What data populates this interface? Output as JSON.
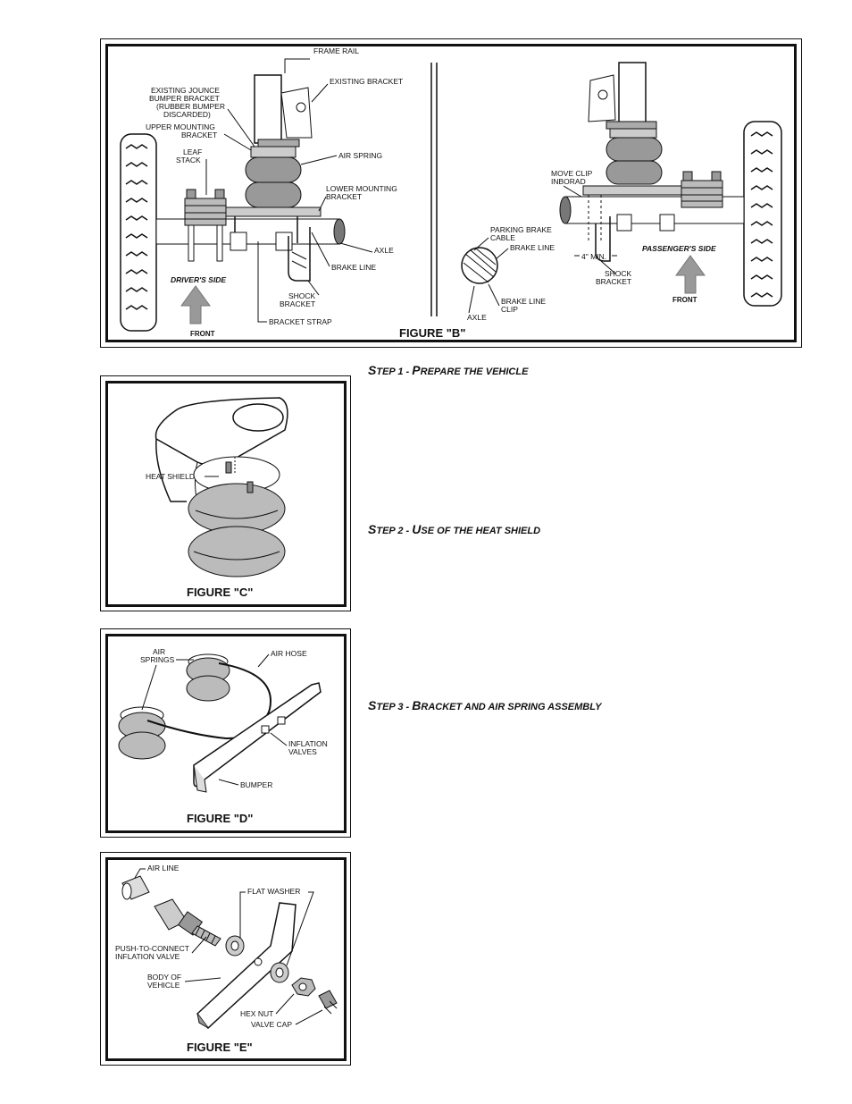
{
  "figure_b": {
    "title": "FIGURE \"B\"",
    "labels": {
      "frame_rail": "FRAME RAIL",
      "existing_bracket_l": "EXISTING BRACKET",
      "jounce_1": "EXISTING JOUNCE",
      "jounce_2": "BUMPER BRACKET",
      "jounce_3": "(RUBBER BUMPER",
      "jounce_4": "DISCARDED)",
      "upper_1": "UPPER MOUNTING",
      "upper_2": "BRACKET",
      "leaf_1": "LEAF",
      "leaf_2": "STACK",
      "air_spring": "AIR SPRING",
      "lower_1": "LOWER MOUNTING",
      "lower_2": "BRACKET",
      "axle_l": "AXLE",
      "brake_line_l": "BRAKE LINE",
      "drivers_side": "DRIVER'S SIDE",
      "shock_1_l": "SHOCK",
      "shock_2_l": "BRACKET",
      "bracket_strap": "BRACKET STRAP",
      "front_l": "FRONT",
      "move_clip_1": "MOVE CLIP",
      "move_clip_2": "INBORAD",
      "parking_1": "PARKING BRAKE",
      "parking_2": "CABLE",
      "brake_line_r": "BRAKE LINE",
      "four_min": "4\" MIN.",
      "shock_1_r": "SHOCK",
      "shock_2_r": "BRACKET",
      "passengers_side": "PASSENGER'S SIDE",
      "front_r": "FRONT",
      "brake_clip_1": "BRAKE LINE",
      "brake_clip_2": "CLIP",
      "axle_r": "AXLE"
    }
  },
  "steps": [
    {
      "num_prefix": "S",
      "num_rest": "TEP 1 - ",
      "title_cap": "P",
      "title_rest": "REPARE THE VEHICLE"
    },
    {
      "num_prefix": "S",
      "num_rest": "TEP 2 - ",
      "title_cap": "U",
      "title_rest": "SE OF THE HEAT SHIELD"
    },
    {
      "num_prefix": "S",
      "num_rest": "TEP 3 - ",
      "title_cap": "B",
      "title_rest": "RACKET AND AIR SPRING ASSEMBLY"
    }
  ],
  "figure_c": {
    "title": "FIGURE  \"C\"",
    "heat_shield": "HEAT SHIELD"
  },
  "figure_d": {
    "title": "FIGURE  \"D\"",
    "air_springs_1": "AIR",
    "air_springs_2": "SPRINGS",
    "air_hose": "AIR HOSE",
    "inflation_1": "INFLATION",
    "inflation_2": "VALVES",
    "bumper": "BUMPER"
  },
  "figure_e": {
    "title": "FIGURE  \"E\"",
    "air_line": "AIR LINE",
    "flat_washer": "FLAT WASHER",
    "push_1": "PUSH-TO-CONNECT",
    "push_2": "INFLATION VALVE",
    "body_1": "BODY OF",
    "body_2": "VEHICLE",
    "hex_nut": "HEX NUT",
    "valve_cap": "VALVE CAP"
  }
}
